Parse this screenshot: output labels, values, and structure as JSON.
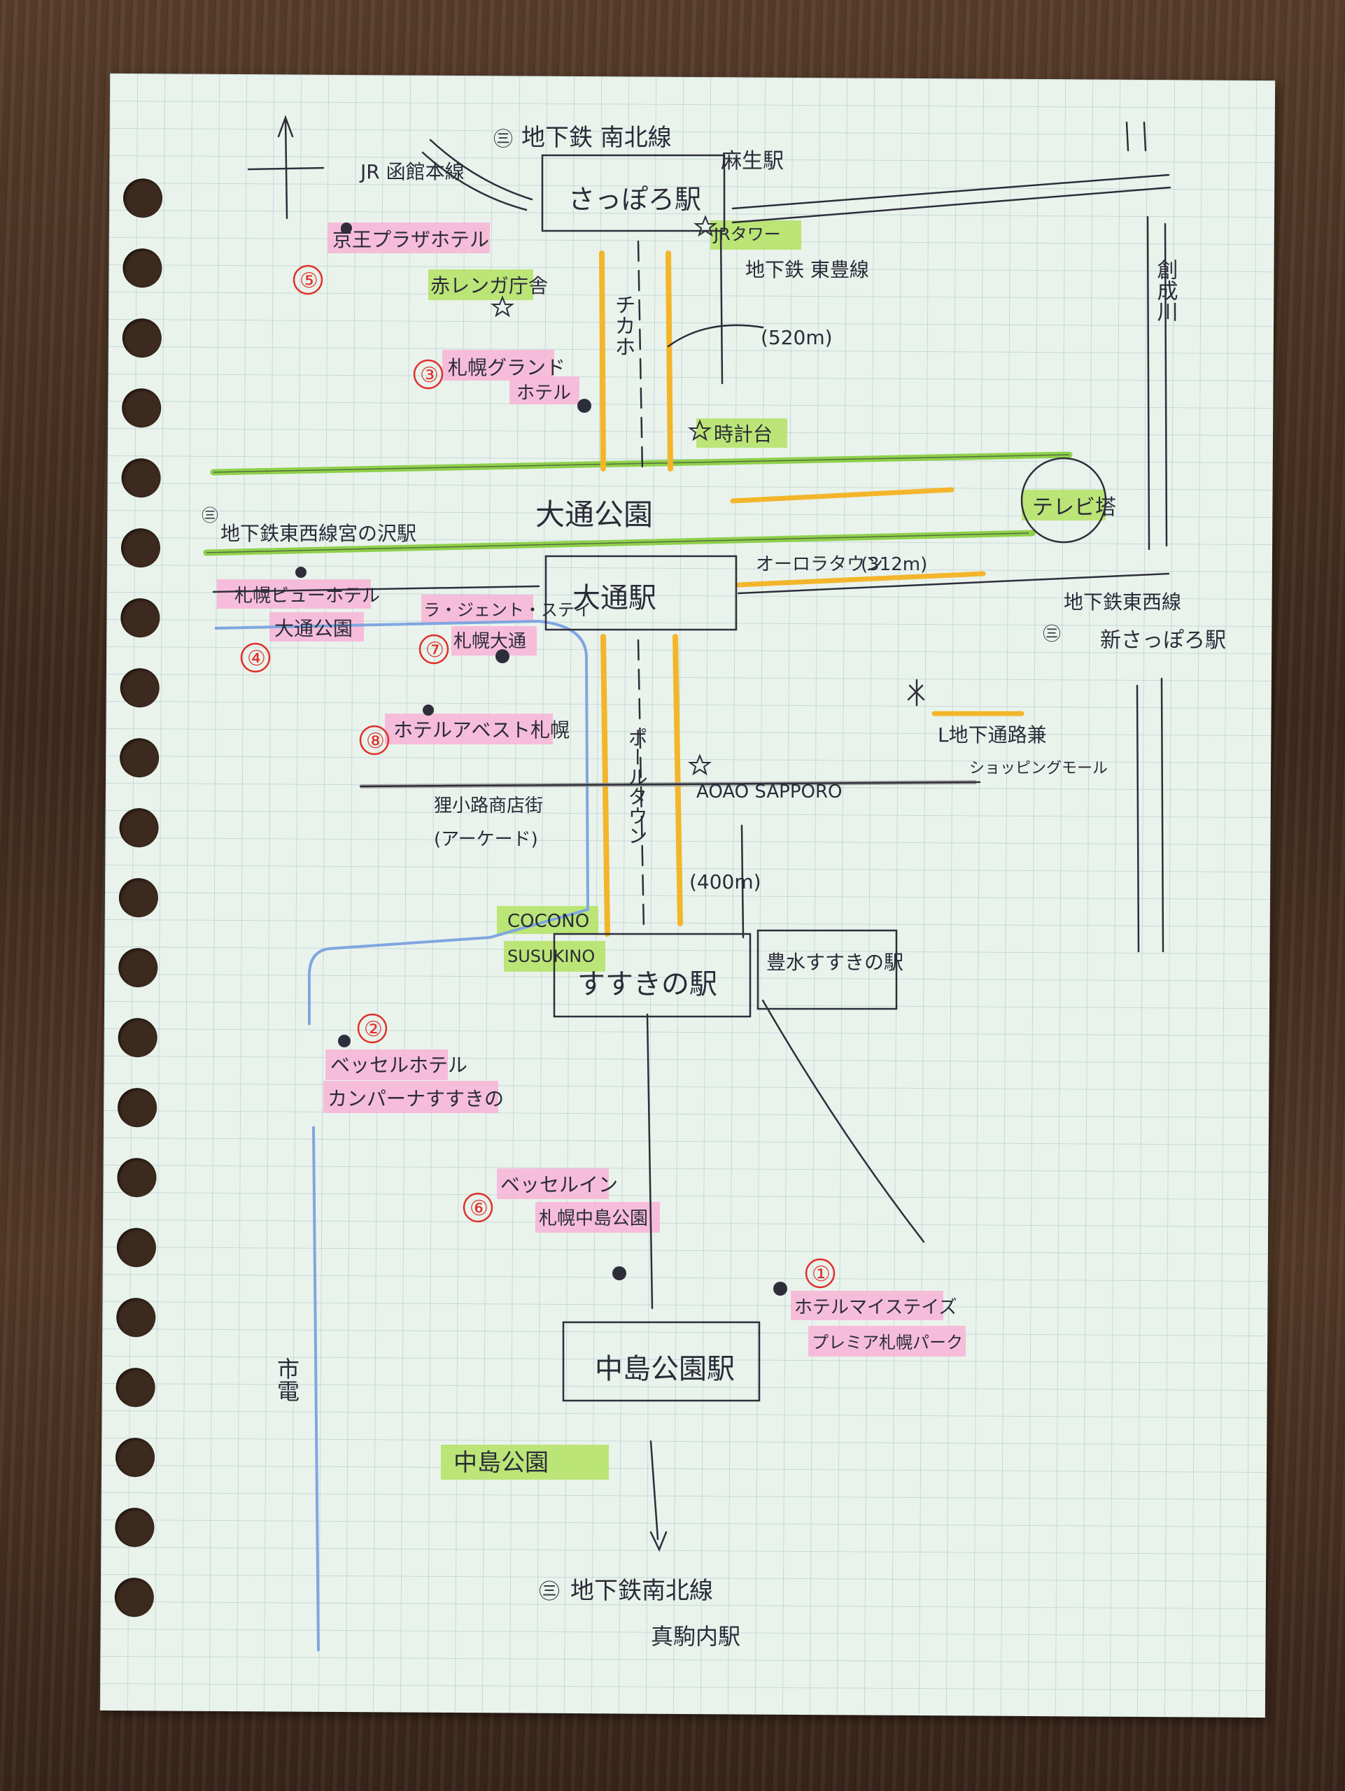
{
  "map": {
    "colors": {
      "pink_highlight": "#f7b7d8",
      "green_highlight": "#b6e36a",
      "yellow_marker": "#f3b52a",
      "green_marker": "#8fd04a",
      "blue_tram": "#7fa6e0",
      "number_red": "#e0302a",
      "ink": "#2e2e3a"
    },
    "lines": {
      "subway_namboku_top": "地下鉄 南北線",
      "subway_namboku_bottom": "地下鉄南北線",
      "subway_namboku_bottom_sub": "真駒内駅",
      "jr_line": "JR 函館本線",
      "toho_line": "地下鉄 東豊線",
      "tozai_west": "地下鉄東西線宮の沢駅",
      "tozai_east": "地下鉄東西線",
      "tozai_east_sub": "新さっぽろ駅",
      "tram": "市電",
      "river": "創成川",
      "subway_symbol": "㊂"
    },
    "stations": {
      "sapporo": "さっぽろ駅",
      "odori": "大通駅",
      "susukino": "すすきの駅",
      "nakajima": "中島公園駅",
      "hosui": "豊水すすきの駅",
      "asabu": "麻生駅"
    },
    "landmarks": {
      "jr_tower": "JRタワー",
      "akarenga": "赤レンガ庁舎",
      "tokeidai": "時計台",
      "odori_park": "大通公園",
      "tv_tower": "テレビ塔",
      "aoao": "AOAO SAPPORO",
      "cocono_1": "COCONO",
      "cocono_2": "SUSUKINO",
      "nakajima_park": "中島公園"
    },
    "underground": {
      "chikaho": "チカホ",
      "chikaho_len": "(520m)",
      "aurora": "オーロラタウン",
      "aurora_len": "(312m)",
      "pole": "ポールタウン",
      "pole_len": "(400m)",
      "legend_1": "L地下通路兼",
      "legend_2": "ショッピングモール"
    },
    "streets": {
      "tanukikoji": "狸小路商店街",
      "arcade": "(アーケード)"
    },
    "hotels": [
      {
        "num": "⑤",
        "name": "京王プラザホテル",
        "name2": ""
      },
      {
        "num": "③",
        "name": "札幌グランド",
        "name2": "ホテル"
      },
      {
        "num": "④",
        "name": "札幌ビューホテル",
        "name2": "大通公園"
      },
      {
        "num": "⑦",
        "name": "ラ・ジェント・ステイ",
        "name2": "札幌大通"
      },
      {
        "num": "⑧",
        "name": "ホテルアベスト札幌",
        "name2": ""
      },
      {
        "num": "②",
        "name": "ベッセルホテル",
        "name2": "カンパーナすすきの"
      },
      {
        "num": "⑥",
        "name": "ベッセルイン",
        "name2": "札幌中島公園"
      },
      {
        "num": "①",
        "name": "ホテルマイステイズ",
        "name2": "プレミア札幌パーク"
      }
    ]
  }
}
